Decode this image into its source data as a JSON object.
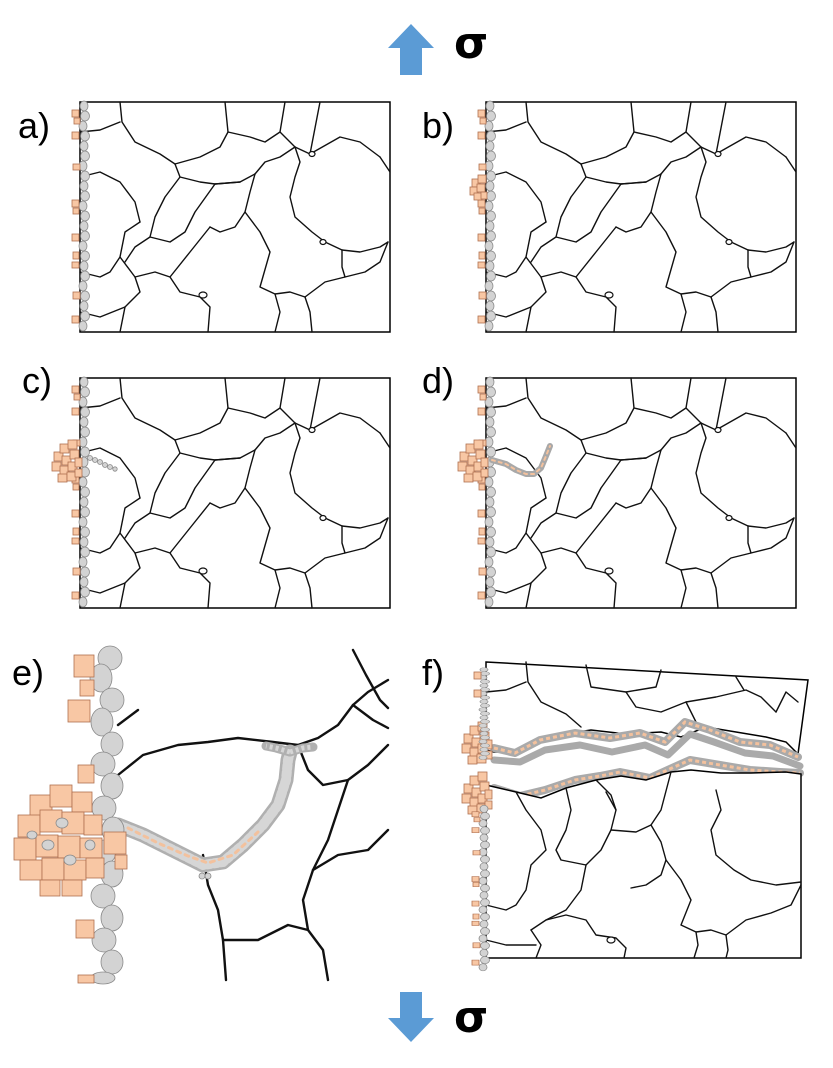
{
  "stress_label": "σ",
  "panels": [
    {
      "id": "a",
      "label": "a)"
    },
    {
      "id": "b",
      "label": "b)"
    },
    {
      "id": "c",
      "label": "c)"
    },
    {
      "id": "d",
      "label": "d)"
    },
    {
      "id": "e",
      "label": "e)"
    },
    {
      "id": "f",
      "label": "f)"
    }
  ],
  "colors": {
    "arrow": "#5b9bd5",
    "oxide": "#d3d3d3",
    "oxide_outline": "#8a8a8a",
    "surface_product": "#f8c7a4",
    "grain_boundary": "#111111"
  }
}
